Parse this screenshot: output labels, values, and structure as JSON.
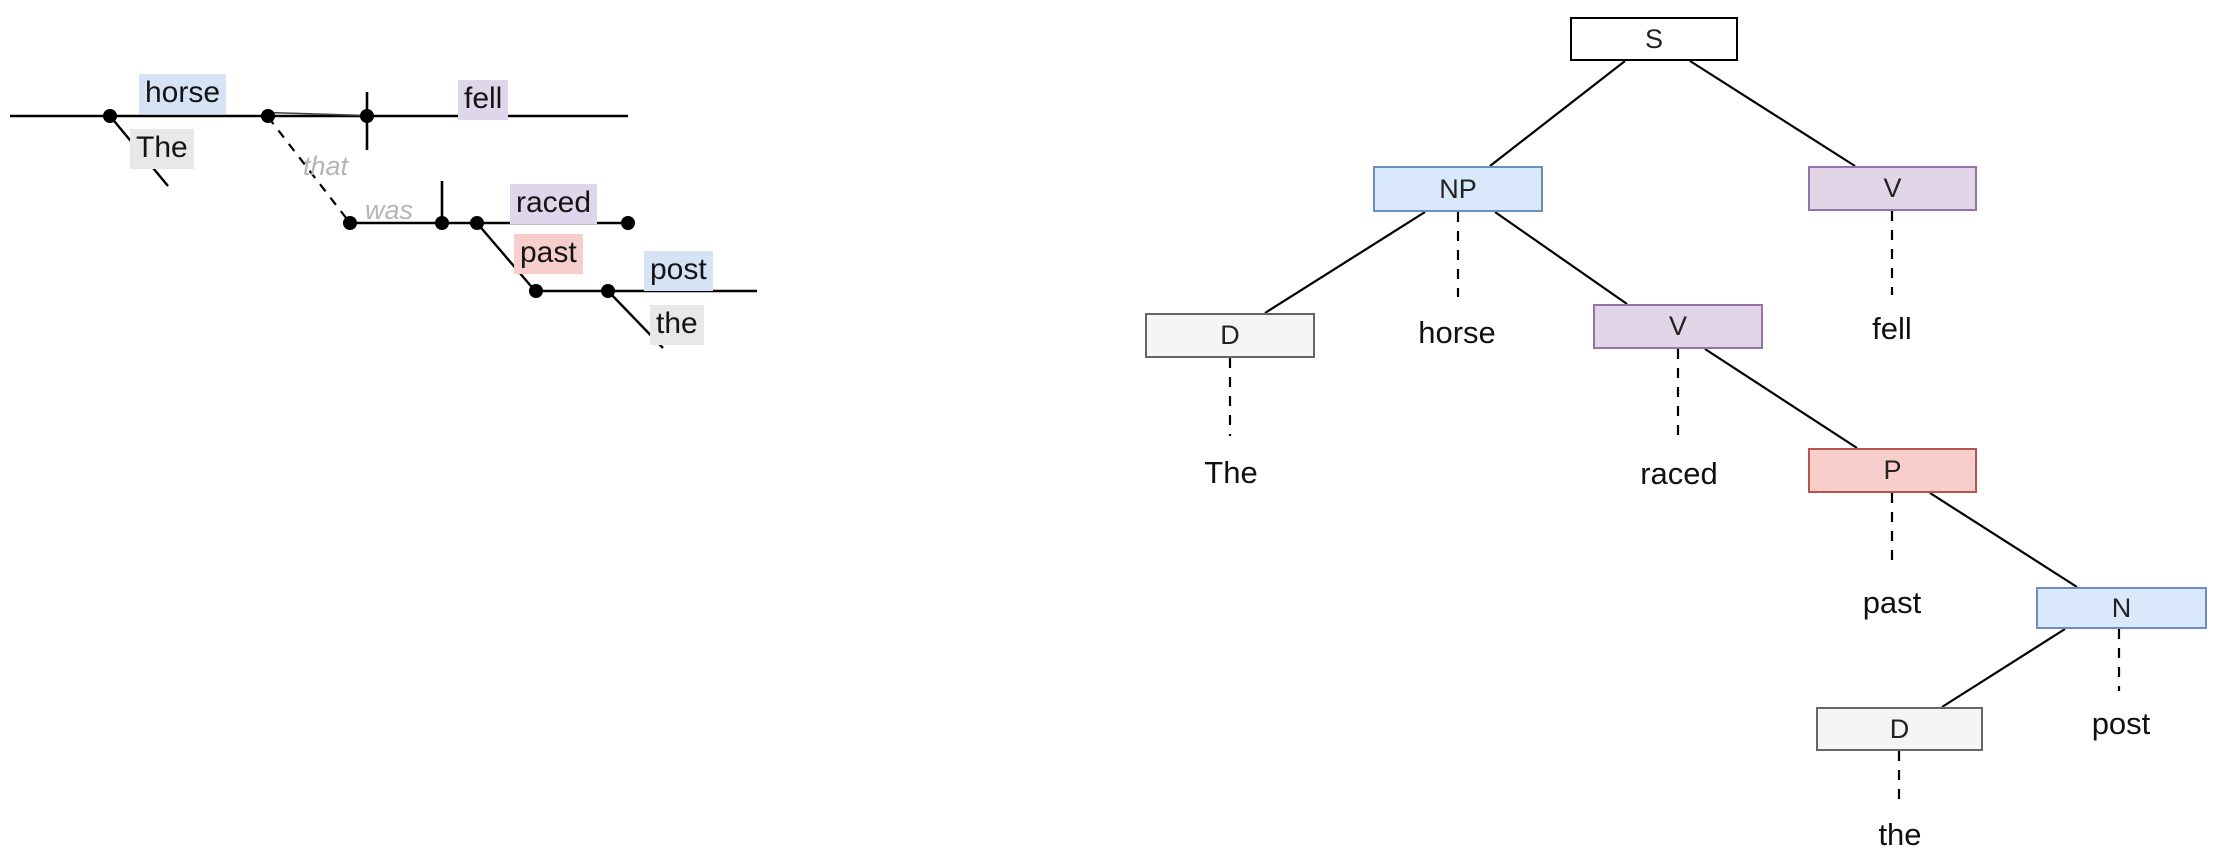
{
  "palette": {
    "node_blue_fill": "#dae8fc",
    "node_blue_stroke": "#6c8ebf",
    "node_purple_fill": "#e1d5e7",
    "node_purple_stroke": "#9673a6",
    "node_red_fill": "#f8cecc",
    "node_red_stroke": "#b85450",
    "node_gray_fill": "#f5f5f5",
    "node_gray_stroke": "#666666",
    "node_white_fill": "#ffffff",
    "node_black_stroke": "#000000",
    "highlight_blue": "#d5e3f5",
    "highlight_purple": "#ded6ea",
    "highlight_pink": "#f8cecc",
    "highlight_gray": "#e8e8e8",
    "ghost_text": "#b5b5b5",
    "line": "#000000"
  },
  "sentence_diagram": {
    "words": [
      {
        "text": "horse",
        "highlight": "blue"
      },
      {
        "text": "fell",
        "highlight": "purple"
      },
      {
        "text": "The",
        "highlight": "gray"
      },
      {
        "text": "raced",
        "highlight": "purple"
      },
      {
        "text": "past",
        "highlight": "pink"
      },
      {
        "text": "post",
        "highlight": "blue"
      },
      {
        "text": "the",
        "highlight": "gray"
      }
    ],
    "ghost_words": [
      {
        "text": "that"
      },
      {
        "text": "was"
      }
    ]
  },
  "tree": {
    "nodes": [
      {
        "label": "S",
        "style": "white"
      },
      {
        "label": "NP",
        "style": "blue"
      },
      {
        "label": "V",
        "style": "purple"
      },
      {
        "label": "D",
        "style": "gray"
      },
      {
        "label": "V",
        "style": "purple"
      },
      {
        "label": "P",
        "style": "red"
      },
      {
        "label": "N",
        "style": "blue"
      },
      {
        "label": "D",
        "style": "gray"
      }
    ],
    "words": [
      "horse",
      "fell",
      "The",
      "raced",
      "past",
      "post",
      "the"
    ]
  }
}
